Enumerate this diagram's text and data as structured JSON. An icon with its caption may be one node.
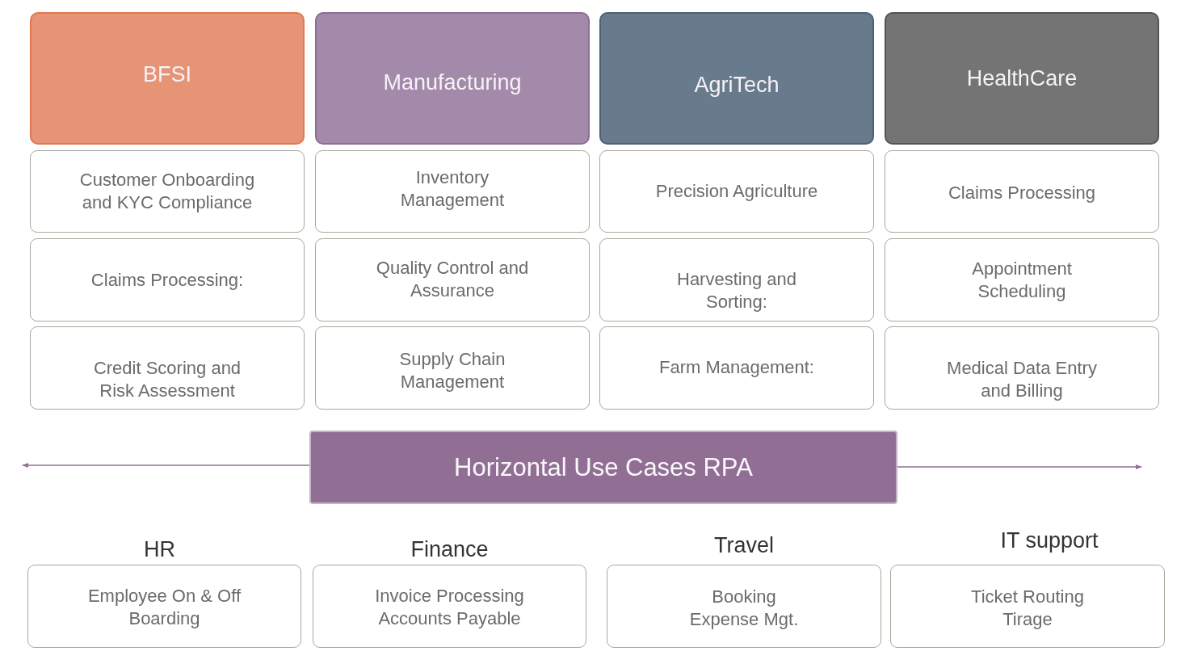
{
  "diagram": {
    "nodes": [
      {
        "text": [
          "BFSI"
        ]
      },
      {
        "text": [
          "Manufacturing"
        ]
      },
      {
        "text": [
          "AgriTech"
        ]
      },
      {
        "text": [
          "HealthCare"
        ]
      },
      {
        "text": [
          "Customer Onboarding and KYC Compliance"
        ]
      },
      {
        "text": [
          "Inventory Management"
        ]
      },
      {
        "text": [
          "Precision Agriculture"
        ]
      },
      {
        "text": [
          "Claims Processing"
        ]
      },
      {
        "text": [
          "Claims Processing:"
        ]
      },
      {
        "text": [
          "Quality Control and Assurance"
        ]
      },
      {
        "text": [
          "Harvesting and Sorting:"
        ]
      },
      {
        "text": [
          "Appointment Scheduling"
        ]
      },
      {
        "text": [
          "Credit Scoring and Risk Assessment"
        ]
      },
      {
        "text": [
          "Supply Chain Management"
        ]
      },
      {
        "text": [
          "Farm Management:"
        ]
      },
      {
        "text": [
          "Medical Data Entry and Billing"
        ]
      },
      {
        "text": [
          "Horizontal Use Cases RPA"
        ]
      },
      {
        "text": [
          "HR",
          "Employee On & Off Boarding"
        ]
      },
      {
        "text": [
          "Finance",
          "Invoice Processing Accounts Payable"
        ]
      },
      {
        "text": [
          "Travel",
          "Booking Expense Mgt."
        ]
      },
      {
        "text": [
          "IT support",
          "Ticket Routing Tirage"
        ]
      }
    ],
    "edges": [
      {
        "from": 16,
        "to": null,
        "arrow": "to"
      },
      {
        "from": 16,
        "to": null,
        "arrow": "to"
      }
    ]
  }
}
